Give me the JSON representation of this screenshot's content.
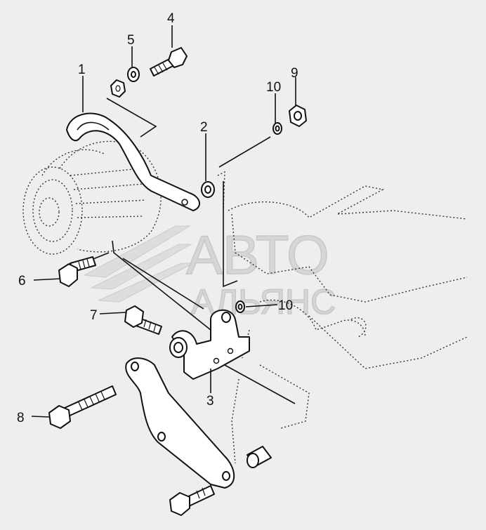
{
  "callouts": [
    {
      "id": "1",
      "label": "1"
    },
    {
      "id": "2",
      "label": "2"
    },
    {
      "id": "3",
      "label": "3"
    },
    {
      "id": "4",
      "label": "4"
    },
    {
      "id": "5",
      "label": "5"
    },
    {
      "id": "6",
      "label": "6"
    },
    {
      "id": "7",
      "label": "7"
    },
    {
      "id": "8",
      "label": "8"
    },
    {
      "id": "9",
      "label": "9"
    },
    {
      "id": "10a",
      "label": "10"
    },
    {
      "id": "10b",
      "label": "10"
    }
  ],
  "watermark": {
    "line1": "АВТО",
    "line2": "АЛЬЯНС"
  },
  "colors": {
    "background": "#eeeeee",
    "ink": "#111111",
    "watermark": "#d4d4d4"
  }
}
